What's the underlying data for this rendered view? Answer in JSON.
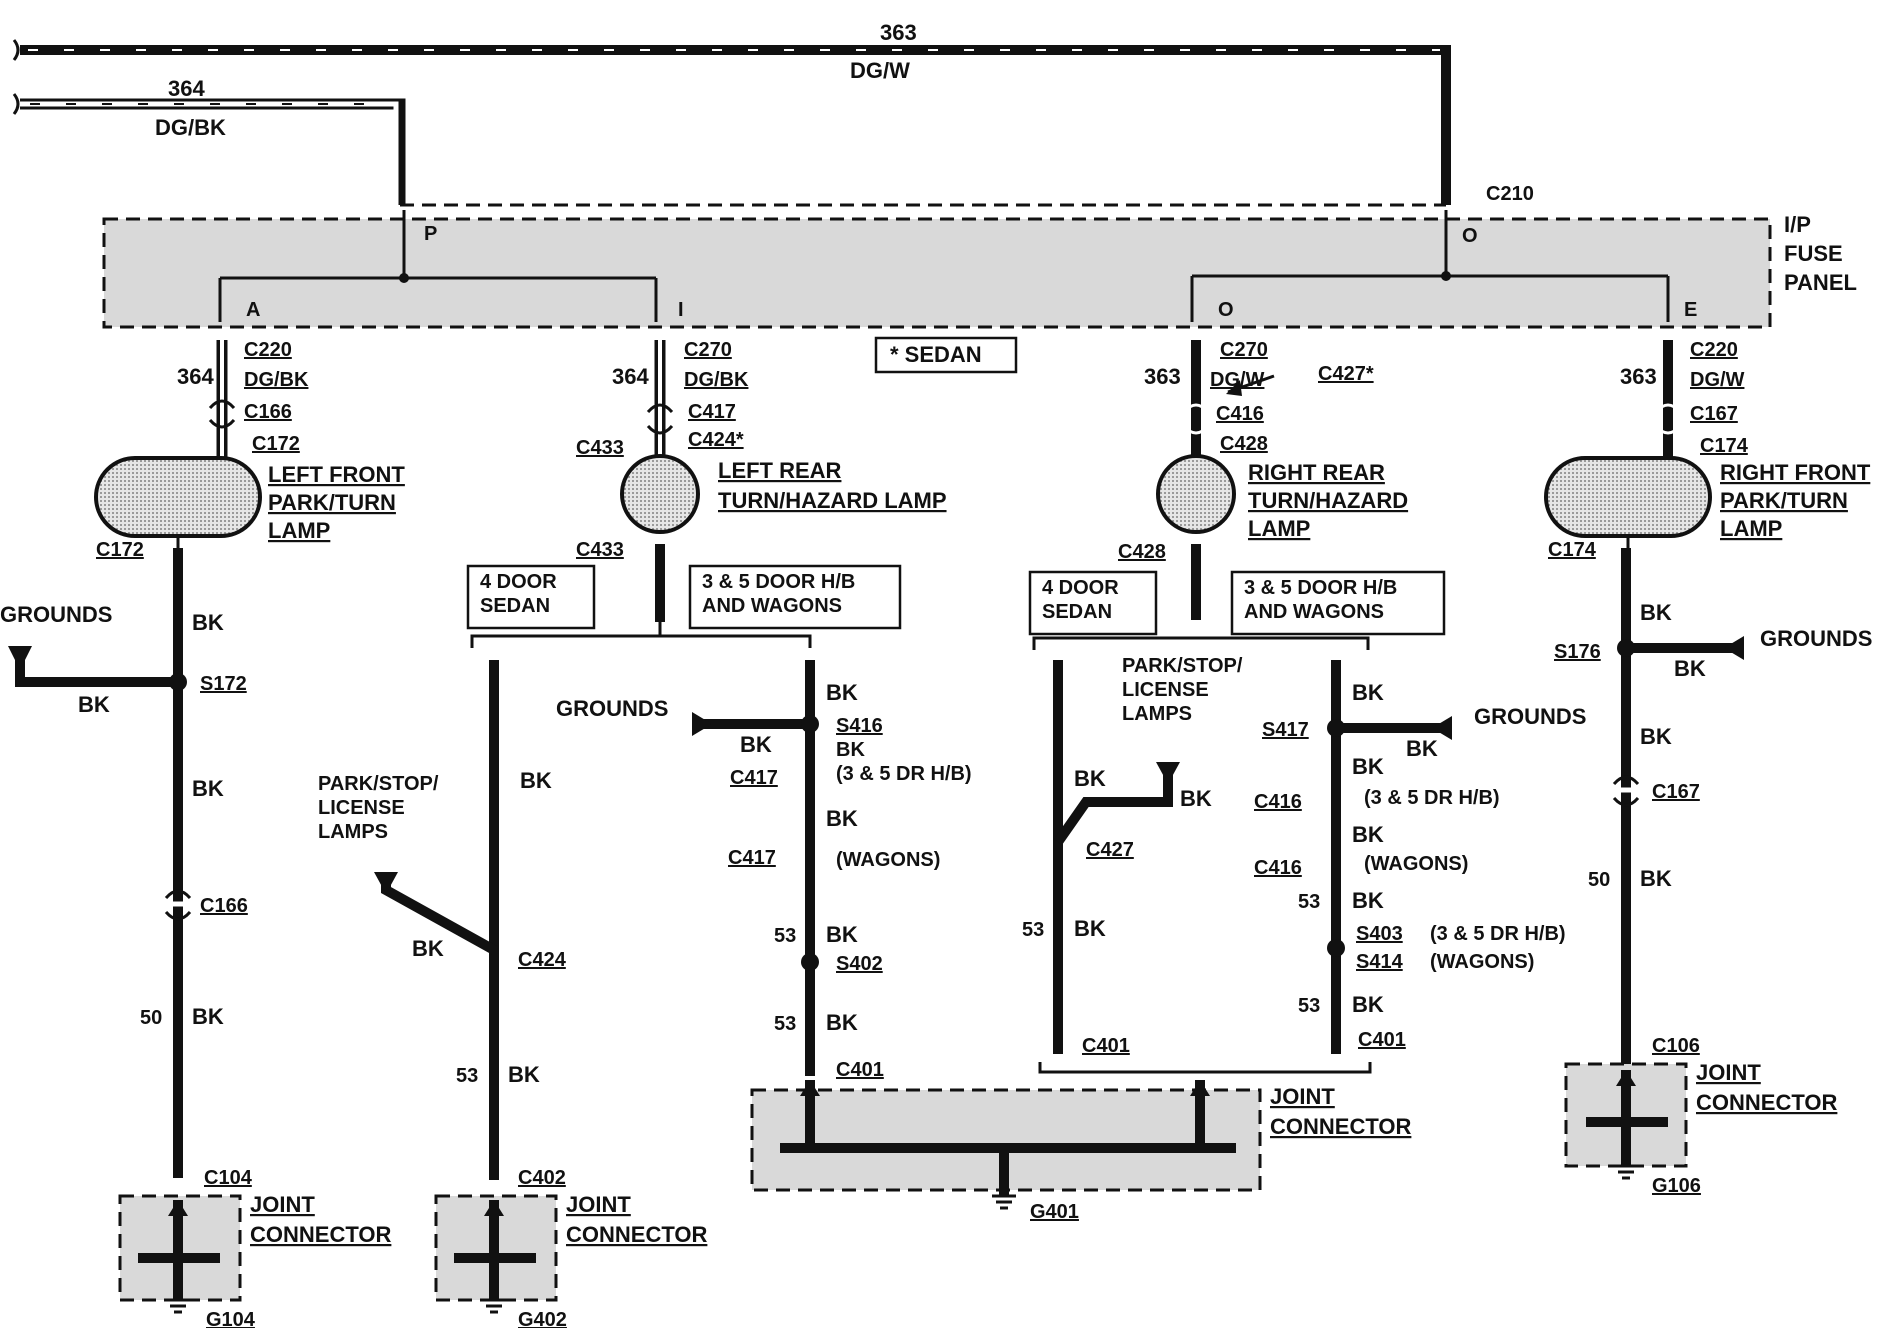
{
  "title": "",
  "top_wires": {
    "w363": {
      "num": "363",
      "color": "DG/W"
    },
    "w364": {
      "num": "364",
      "color": "DG/BK"
    }
  },
  "fuse_panel": {
    "label_l1": "I/P",
    "label_l2": "FUSE",
    "label_l3": "PANEL",
    "connector": "C210",
    "pins": [
      "P",
      "O",
      "A",
      "I",
      "O",
      "E"
    ]
  },
  "sedan_note": "* SEDAN",
  "left_front": {
    "wire_num": "364",
    "c220": "C220",
    "color": "DG/BK",
    "c166": "C166",
    "c172": "C172",
    "name_l1": "LEFT FRONT",
    "name_l2": "PARK/TURN",
    "name_l3": "LAMP",
    "c172b": "C172",
    "bk1": "BK",
    "grounds": "GROUNDS",
    "bk_ground": "BK",
    "s172": "S172",
    "bk2": "BK",
    "c166b": "C166",
    "num50": "50",
    "bk3": "BK",
    "c104": "C104",
    "jc_l1": "JOINT",
    "jc_l2": "CONNECTOR",
    "g104": "G104"
  },
  "left_rear": {
    "wire_num": "364",
    "c270": "C270",
    "color": "DG/BK",
    "c417": "C417",
    "c424": "C424*",
    "c433": "C433",
    "name_l1": "LEFT REAR",
    "name_l2": "TURN/HAZARD LAMP",
    "c433b": "C433",
    "sedan_l1": "4 DOOR",
    "sedan_l2": "SEDAN",
    "hb_l1": "3 & 5 DOOR H/B",
    "hb_l2": "AND WAGONS",
    "bk_a": "BK",
    "pslamps_l1": "PARK/STOP/",
    "pslamps_l2": "LICENSE",
    "pslamps_l3": "LAMPS",
    "bk_b": "BK",
    "c424b": "C424",
    "num53": "53",
    "bk_c": "BK",
    "c402": "C402",
    "jc_l1": "JOINT",
    "jc_l2": "CONNECTOR",
    "g402": "G402",
    "bk_d": "BK",
    "grounds": "GROUNDS",
    "bk_e": "BK",
    "s416": "S416",
    "bk_f": "BK",
    "c417b": "C417",
    "note1": "(3 & 5 DR H/B)",
    "bk_g": "BK",
    "c417c": "C417",
    "note2": "(WAGONS)",
    "num53a": "53",
    "bk_h": "BK",
    "s402": "S402",
    "num53b": "53",
    "bk_i": "BK",
    "c401": "C401"
  },
  "right_rear": {
    "wire_num": "363",
    "c270": "C270",
    "color": "DG/W",
    "c427": "C427*",
    "c416": "C416",
    "c428": "C428",
    "name_l1": "RIGHT REAR",
    "name_l2": "TURN/HAZARD",
    "name_l3": "LAMP",
    "c428b": "C428",
    "sedan_l1": "4 DOOR",
    "sedan_l2": "SEDAN",
    "hb_l1": "3 & 5 DOOR H/B",
    "hb_l2": "AND WAGONS",
    "pslamps_l1": "PARK/STOP/",
    "pslamps_l2": "LICENSE",
    "pslamps_l3": "LAMPS",
    "bk_a": "BK",
    "bk_b": "BK",
    "c427b": "C427",
    "num53": "53",
    "bk_c": "BK",
    "c401a": "C401",
    "bk_d": "BK",
    "s417": "S417",
    "bk_e": "BK",
    "grounds": "GROUNDS",
    "bk_f": "BK",
    "c416b": "C416",
    "note1": "(3 & 5 DR H/B)",
    "bk_g": "BK",
    "c416c": "C416",
    "note2": "(WAGONS)",
    "num53a": "53",
    "bk_h": "BK",
    "s403": "S403",
    "s414": "S414",
    "note3": "(3 & 5 DR H/B)",
    "note4": "(WAGONS)",
    "num53b": "53",
    "bk_i": "BK",
    "c401b": "C401",
    "jc_l1": "JOINT",
    "jc_l2": "CONNECTOR",
    "g401": "G401"
  },
  "right_front": {
    "wire_num": "363",
    "c220": "C220",
    "color": "DG/W",
    "c167": "C167",
    "c174": "C174",
    "name_l1": "RIGHT FRONT",
    "name_l2": "PARK/TURN",
    "name_l3": "LAMP",
    "c174b": "C174",
    "bk1": "BK",
    "s176": "S176",
    "bk_ground": "BK",
    "grounds": "GROUNDS",
    "bk2": "BK",
    "c167b": "C167",
    "num50": "50",
    "bk3": "BK",
    "c106": "C106",
    "jc_l1": "JOINT",
    "jc_l2": "CONNECTOR",
    "g106": "G106"
  }
}
